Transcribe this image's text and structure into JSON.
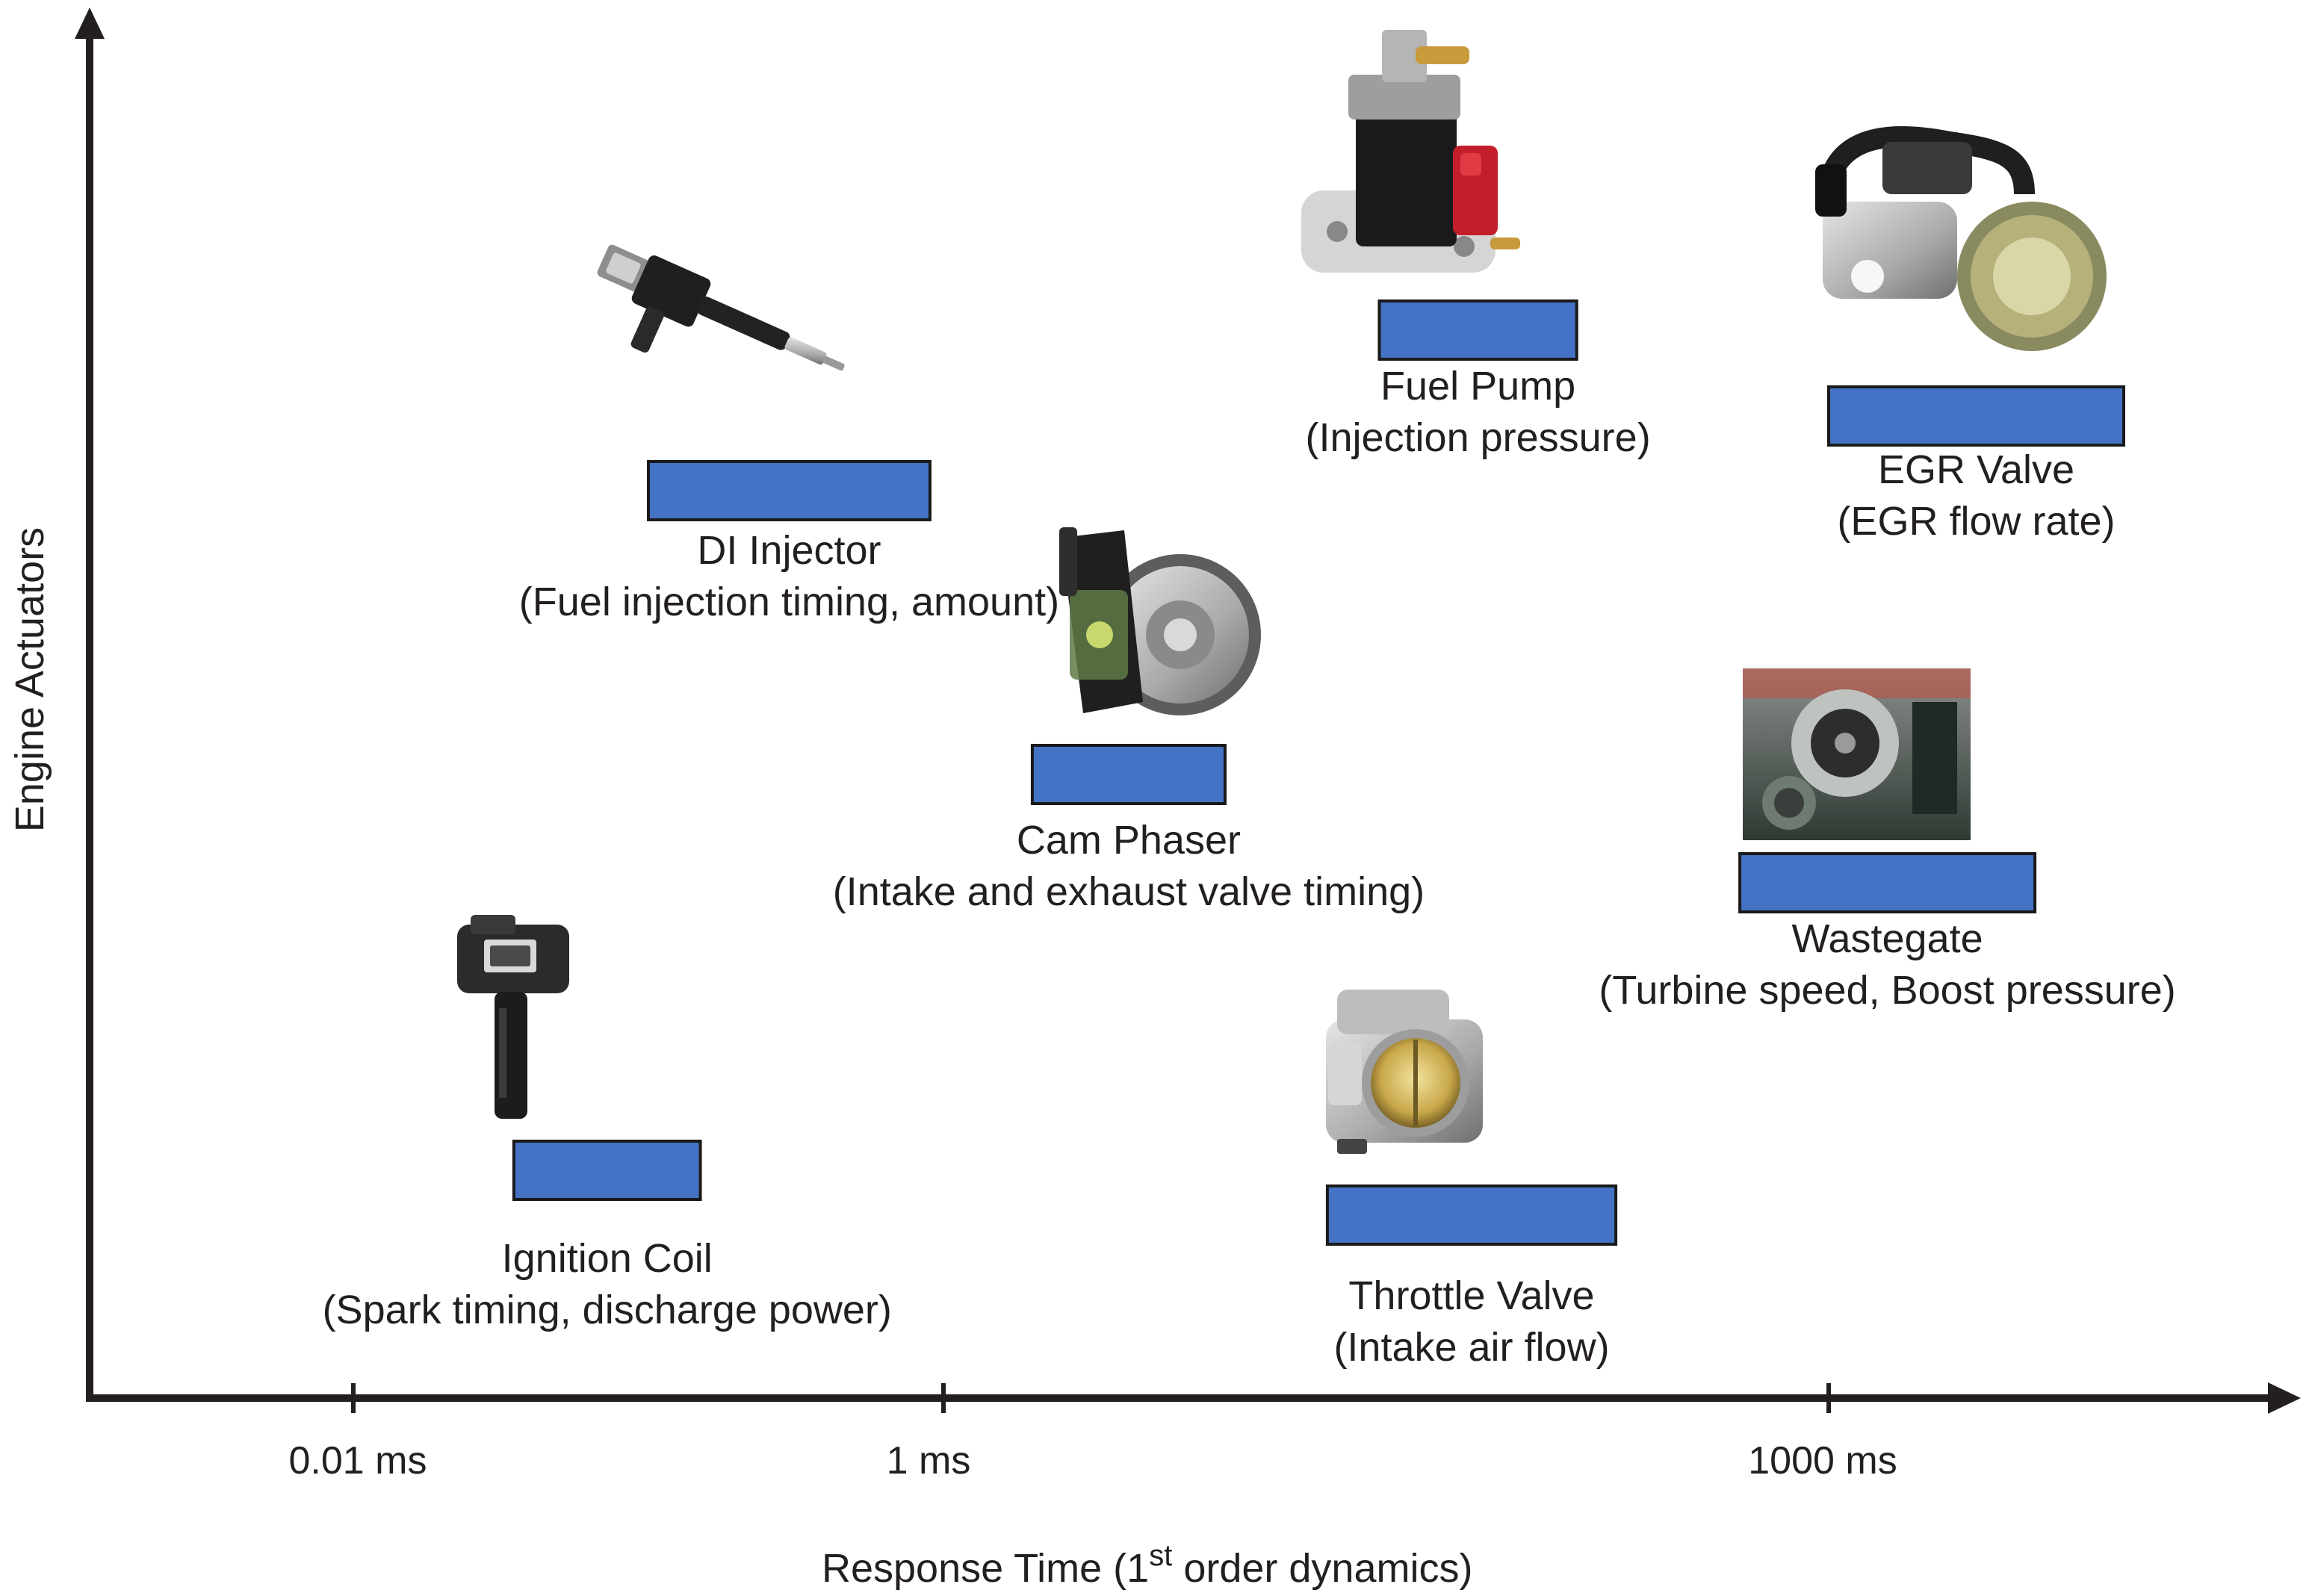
{
  "chart_data": {
    "type": "bar",
    "orientation": "horizontal-range",
    "xlabel_main": "Response Time (1",
    "xlabel_sup": "st",
    "xlabel_rest": " order dynamics)",
    "ylabel": "Engine Actuators",
    "x_scale": "log",
    "x_ticks": [
      {
        "value": 0.01,
        "label": "0.01 ms"
      },
      {
        "value": 1,
        "label": "1 ms"
      },
      {
        "value": 1000,
        "label": "1000 ms"
      }
    ],
    "colors": {
      "bar": "#4472c4",
      "bar_edge": "#1a1a1a",
      "axis": "#231f20"
    },
    "actuators": [
      {
        "name": "Ignition Coil",
        "description": "(Spark timing, discharge power)",
        "x_min_ms": 0.035,
        "x_max_ms": 0.15,
        "icon": "ignition-coil-icon"
      },
      {
        "name": "DI Injector",
        "description": "(Fuel injection timing, amount)",
        "x_min_ms": 0.1,
        "x_max_ms": 0.9,
        "icon": "injector-icon"
      },
      {
        "name": "Cam Phaser",
        "description": "(Intake and exhaust valve timing)",
        "x_min_ms": 2,
        "x_max_ms": 9,
        "icon": "cam-phaser-icon"
      },
      {
        "name": "Fuel Pump",
        "description": "(Injection pressure)",
        "x_min_ms": 30,
        "x_max_ms": 140,
        "icon": "fuel-pump-icon"
      },
      {
        "name": "Throttle Valve",
        "description": "(Intake air flow)",
        "x_min_ms": 20,
        "x_max_ms": 190,
        "icon": "throttle-valve-icon"
      },
      {
        "name": "EGR Valve",
        "description": "(EGR flow rate)",
        "x_min_ms": 1000,
        "x_max_ms": 10000,
        "icon": "egr-valve-icon"
      },
      {
        "name": "Wastegate",
        "description": "(Turbine speed, Boost pressure)",
        "x_min_ms": 500,
        "x_max_ms": 5000,
        "icon": "wastegate-icon"
      }
    ]
  }
}
